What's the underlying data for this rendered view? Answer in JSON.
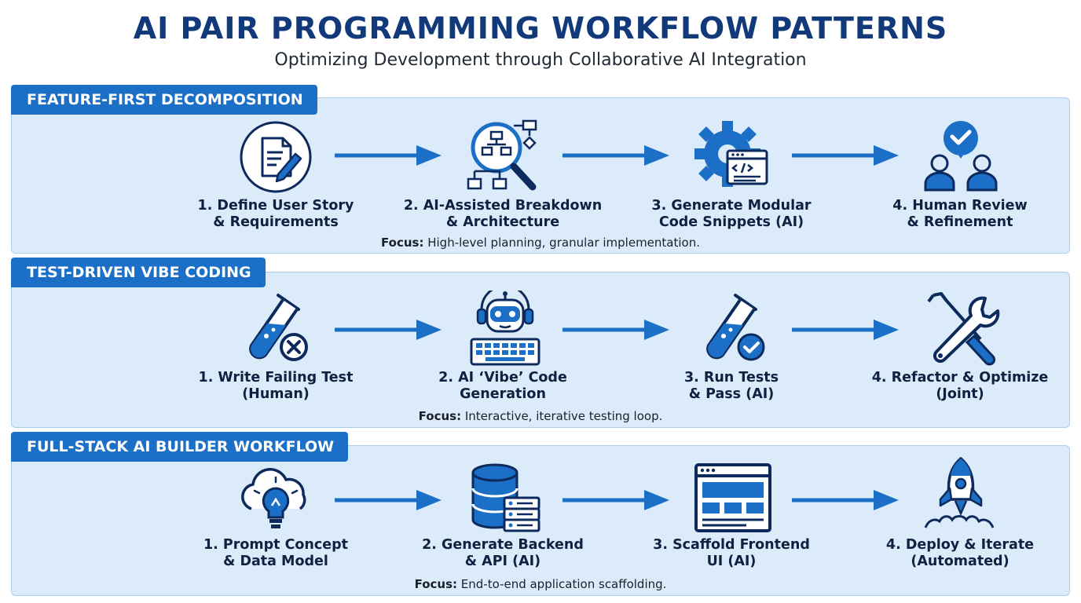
{
  "title": "AI PAIR PROGRAMMING WORKFLOW PATTERNS",
  "subtitle": "Optimizing Development through Collaborative AI Integration",
  "colors": {
    "primary": "#1b6fc6",
    "panel": "#dcebfa",
    "title": "#123a7a"
  },
  "patterns": [
    {
      "name": "FEATURE-FIRST DECOMPOSITION",
      "focus_label": "Focus:",
      "focus_text": "High-level planning, granular implementation.",
      "steps": [
        {
          "line1": "1. Define User Story",
          "line2": "& Requirements",
          "icon": "document-pencil-icon"
        },
        {
          "line1": "2. AI-Assisted Breakdown",
          "line2": "& Architecture",
          "icon": "magnifier-flowchart-icon"
        },
        {
          "line1": "3. Generate Modular",
          "line2": "Code Snippets (AI)",
          "icon": "gear-code-window-icon"
        },
        {
          "line1": "4. Human Review",
          "line2": "& Refinement",
          "icon": "people-check-icon"
        }
      ]
    },
    {
      "name": "TEST-DRIVEN VIBE CODING",
      "focus_label": "Focus:",
      "focus_text": "Interactive, iterative testing loop.",
      "steps": [
        {
          "line1": "1. Write Failing Test",
          "line2": "(Human)",
          "icon": "test-tube-fail-icon"
        },
        {
          "line1": "2. AI ‘Vibe’ Code",
          "line2": "Generation",
          "icon": "robot-keyboard-icon"
        },
        {
          "line1": "3. Run Tests",
          "line2": "& Pass (AI)",
          "icon": "test-tube-pass-icon"
        },
        {
          "line1": "4. Refactor & Optimize",
          "line2": "(Joint)",
          "icon": "wrench-screwdriver-icon"
        }
      ]
    },
    {
      "name": "FULL-STACK AI BUILDER WORKFLOW",
      "focus_label": "Focus:",
      "focus_text": "End-to-end application scaffolding.",
      "steps": [
        {
          "line1": "1. Prompt Concept",
          "line2": "& Data Model",
          "icon": "cloud-bulb-icon"
        },
        {
          "line1": "2. Generate Backend",
          "line2": "& API (AI)",
          "icon": "database-server-icon"
        },
        {
          "line1": "3. Scaffold Frontend",
          "line2": "UI (AI)",
          "icon": "browser-layout-icon"
        },
        {
          "line1": "4. Deploy & Iterate",
          "line2": "(Automated)",
          "icon": "rocket-icon"
        }
      ]
    }
  ]
}
